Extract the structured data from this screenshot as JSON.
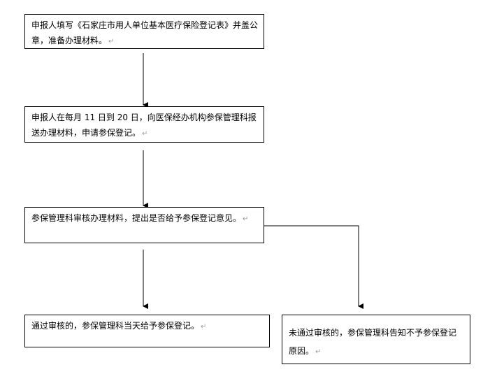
{
  "flowchart": {
    "steps": [
      {
        "text": "申报人填写《石家庄市用人单位基本医疗保险登记表》并盖公章，准备办理材料。"
      },
      {
        "text": "申报人在每月 11 日到 20 日，向医保经办机构参保管理科报送办理材料，申请参保登记。"
      },
      {
        "text": "参保管理科审核办理材料，提出是否给予参保登记意见。"
      },
      {
        "text": "通过审核的，参保管理科当天给予参保登记。"
      },
      {
        "text": "未通过审核的，参保管理科告知不予参保登记原因。"
      }
    ],
    "return_mark": "↵",
    "colors": {
      "line": "#000000",
      "box_border": "#000000",
      "background": "#ffffff",
      "return_mark": "#999999"
    }
  }
}
